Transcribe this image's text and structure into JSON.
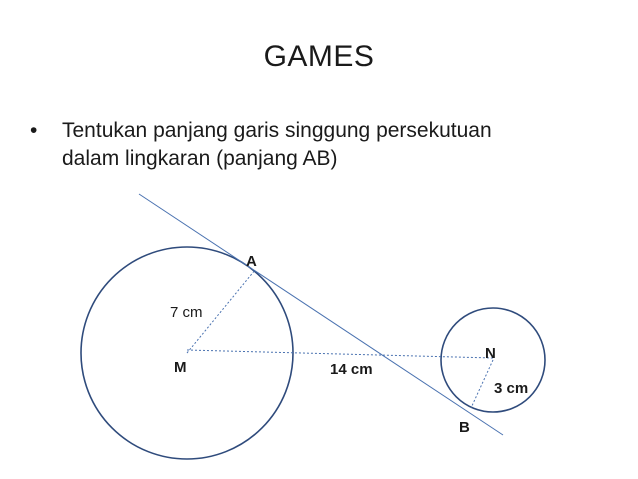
{
  "slide": {
    "title": "GAMES",
    "bullet_symbol": "•",
    "bullet_lines": [
      "Tentukan panjang garis singgung persekutuan",
      "dalam lingkaran (panjang AB)"
    ]
  },
  "diagram": {
    "labels": {
      "point_a": "A",
      "point_b": "B",
      "center_m": "M",
      "center_n": "N",
      "radius_m": "7 cm",
      "distance_mn": "14 cm",
      "radius_n": "3 cm"
    },
    "colors": {
      "circle_stroke": "#2f4b7c",
      "line_stroke": "#4a72b0"
    }
  }
}
